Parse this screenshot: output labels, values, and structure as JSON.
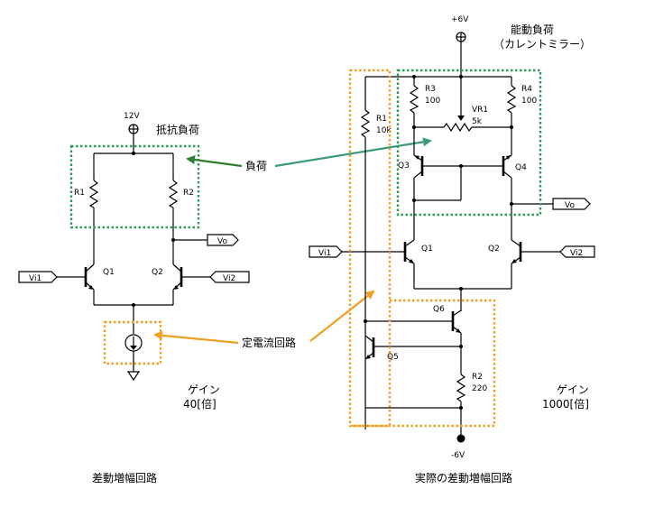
{
  "left": {
    "supply": "12V",
    "resistive_load_label": "抵抗負荷",
    "r1": "R1",
    "r2": "R2",
    "q1": "Q1",
    "q2": "Q2",
    "vi1": "Vi1",
    "vi2": "Vi2",
    "vo": "Vo",
    "gain_label": "ゲイン",
    "gain_value": "40[倍]",
    "caption": "差動増幅回路"
  },
  "middle": {
    "load_label": "負荷",
    "current_source_label": "定電流回路"
  },
  "right": {
    "supply_pos": "+6V",
    "supply_neg": "-6V",
    "active_load_label": "能動負荷",
    "active_load_sub": "（カレントミラー）",
    "r1": "R1",
    "r1_val": "10k",
    "r2": "R2",
    "r2_val": "220",
    "r3": "R3",
    "r3_val": "100",
    "r4": "R4",
    "r4_val": "100",
    "vr1": "VR1",
    "vr1_val": "5k",
    "q1": "Q1",
    "q2": "Q2",
    "q3": "Q3",
    "q4": "Q4",
    "q5": "Q5",
    "q6": "Q6",
    "vi1": "Vi1",
    "vi2": "Vi2",
    "vo": "Vo",
    "gain_label": "ゲイン",
    "gain_value": "1000[倍]",
    "caption": "実際の差動増幅回路"
  },
  "colors": {
    "green_box": "#2e9a5c",
    "orange_box": "#f0a020",
    "green_arrow": "#3c8a3c",
    "teal_arrow": "#3a9a7a",
    "orange_arrow": "#f0a020"
  }
}
